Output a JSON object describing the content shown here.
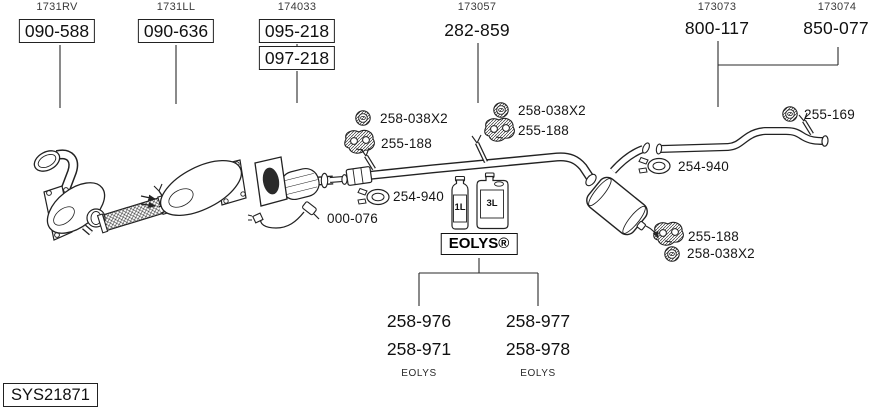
{
  "colors": {
    "background": "#ffffff",
    "ink": "#1a1a1a",
    "line": "#2a2a2a"
  },
  "groups": {
    "g1": {
      "ref": "1731RV",
      "part": "090-588"
    },
    "g2": {
      "ref": "1731LL",
      "part": "090-636"
    },
    "g3": {
      "ref": "174033",
      "part_top": "095-218",
      "part_bottom": "097-218"
    },
    "g4": {
      "ref": "173057",
      "part": "282-859"
    },
    "g5": {
      "ref": "173073",
      "part": "800-117"
    },
    "g6": {
      "ref": "173074",
      "part": "850-077"
    }
  },
  "hardware": {
    "mount_a": "258-038X2",
    "hanger_a": "255-188",
    "clamp_a": "254-940",
    "mount_b": "258-038X2",
    "hanger_b": "255-188",
    "clamp_b": "254-940",
    "hanger_c": "255-188",
    "mount_c": "258-038X2",
    "mount_tail": "255-169",
    "sensor": "000-076"
  },
  "additive": {
    "brand": "EOLYS®",
    "bottle_small": "1L",
    "bottle_large": "3L",
    "kit_left": {
      "line1": "258-976",
      "line2": "258-971",
      "note": "EOLYS"
    },
    "kit_right": {
      "line1": "258-977",
      "line2": "258-978",
      "note": "EOLYS"
    }
  },
  "footer": {
    "system_code": "SYS21871"
  }
}
